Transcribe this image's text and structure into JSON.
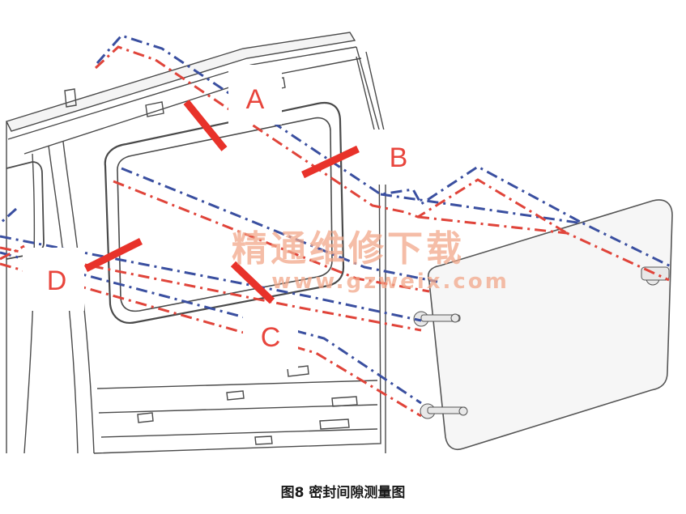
{
  "diagram": {
    "labels": {
      "a": "A",
      "b": "B",
      "c": "C",
      "d": "D"
    },
    "watermark": {
      "text": "精通维修下载",
      "url": "www.gzweix.com"
    },
    "caption": "图8 密封间隙测量图",
    "colors": {
      "measure_bar": "#e8322a",
      "blue_dash": "#3a4fa0",
      "red_dash": "#e0443a",
      "outline": "#4a4a4a"
    }
  }
}
